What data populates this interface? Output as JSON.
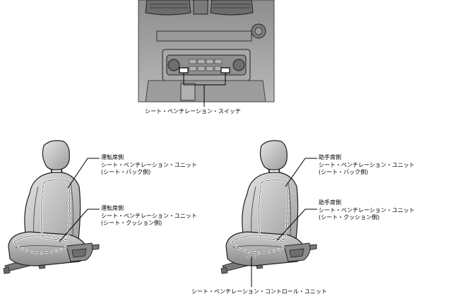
{
  "labels": {
    "switch": "シート・ベンチレーション・スイッチ",
    "driver_back": [
      "運転席側",
      "シート・ベンチレーション・ユニット",
      "(シート・バック側)"
    ],
    "driver_cushion": [
      "運転席側",
      "シート・ベンチレーション・ユニット",
      "(シート・クッション側)"
    ],
    "passenger_back": [
      "助手席側",
      "シート・ベンチレーション・ユニット",
      "(シート・バック側)"
    ],
    "passenger_cushion": [
      "助手席側",
      "シート・ベンチレーション・ユニット",
      "(シート・クッション側)"
    ],
    "control_unit": "シート・ベンチレーション・コントロール・ユニット"
  }
}
